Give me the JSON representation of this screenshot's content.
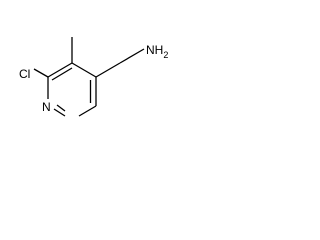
{
  "molecule": {
    "atom_labels": {
      "chlorine": "Cl",
      "nitrogen": "N",
      "amine": "NH2",
      "amine_main": "NH",
      "amine_subscript": "2"
    }
  },
  "colors": {
    "background": "#ffffff",
    "ink": "#000000"
  }
}
